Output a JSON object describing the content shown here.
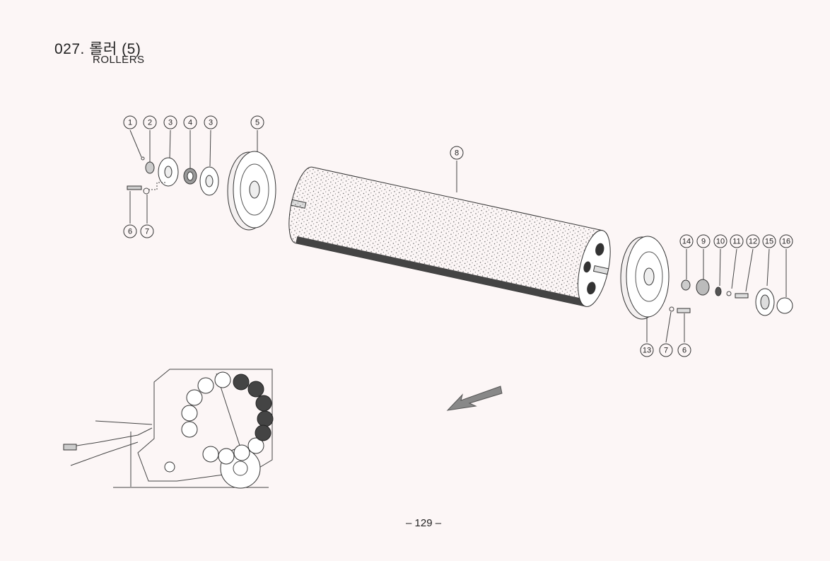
{
  "header": {
    "title": "027. 롤러 (5)",
    "subtitle": "ROLLERS"
  },
  "callouts": [
    "1",
    "2",
    "3",
    "4",
    "3",
    "5",
    "8",
    "6",
    "7",
    "14",
    "9",
    "10",
    "11",
    "12",
    "15",
    "16",
    "13",
    "7",
    "6"
  ],
  "footer": {
    "page_number": "– 129 –"
  }
}
